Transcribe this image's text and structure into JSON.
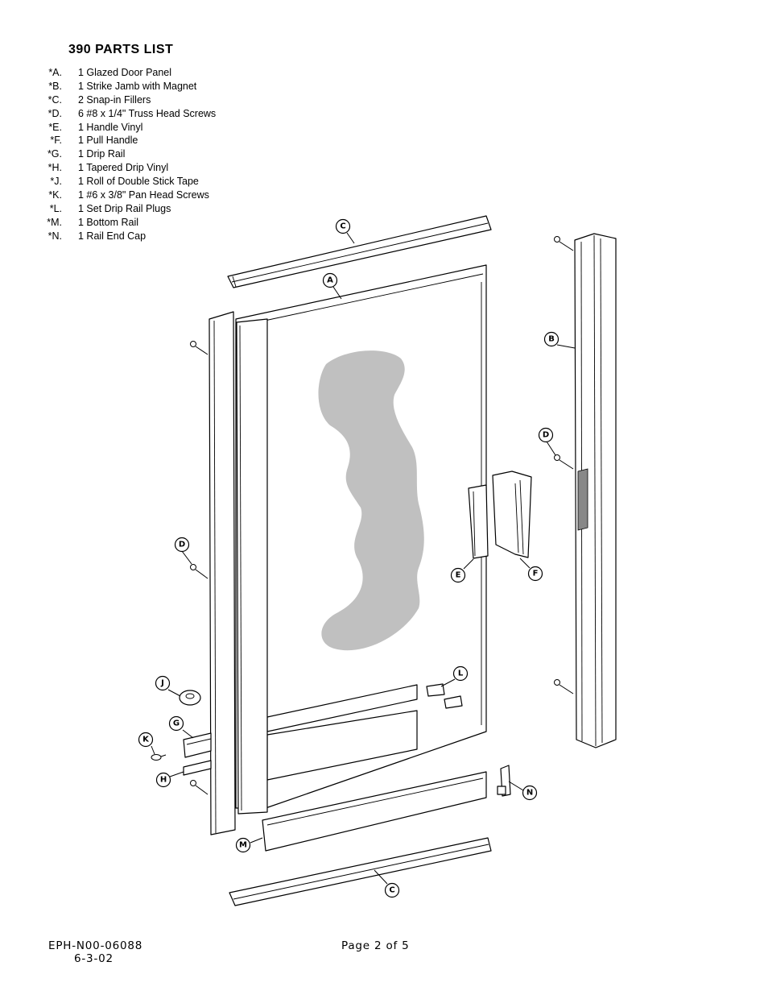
{
  "header": {
    "title": "390 PARTS LIST"
  },
  "parts": [
    {
      "code": "*A.",
      "text": "1 Glazed Door Panel"
    },
    {
      "code": "*B.",
      "text": "1 Strike Jamb with Magnet"
    },
    {
      "code": "*C.",
      "text": "2 Snap-in Fillers"
    },
    {
      "code": "*D.",
      "text": "6 #8 x 1/4\" Truss Head Screws"
    },
    {
      "code": "*E.",
      "text": "1 Handle Vinyl"
    },
    {
      "code": "*F.",
      "text": "1 Pull Handle"
    },
    {
      "code": "*G.",
      "text": "1 Drip Rail"
    },
    {
      "code": "*H.",
      "text": "1 Tapered Drip Vinyl"
    },
    {
      "code": "*J.",
      "text": "1 Roll of Double Stick Tape"
    },
    {
      "code": "*K.",
      "text": "1 #6 x 3/8\" Pan Head Screws"
    },
    {
      "code": "*L.",
      "text": "1 Set Drip Rail Plugs"
    },
    {
      "code": "*M.",
      "text": "1 Bottom Rail"
    },
    {
      "code": "*N.",
      "text": "1 Rail End Cap"
    }
  ],
  "callouts": [
    "C",
    "A",
    "B",
    "D",
    "D",
    "E",
    "F",
    "J",
    "L",
    "G",
    "K",
    "H",
    "N",
    "M",
    "C"
  ],
  "footer": {
    "doc_id": "EPH-N00-06088",
    "date": "6-3-02",
    "page": "Page 2 of 5"
  },
  "colors": {
    "glass_pattern": "#c0c0c0",
    "line": "#000000",
    "background": "#ffffff"
  }
}
